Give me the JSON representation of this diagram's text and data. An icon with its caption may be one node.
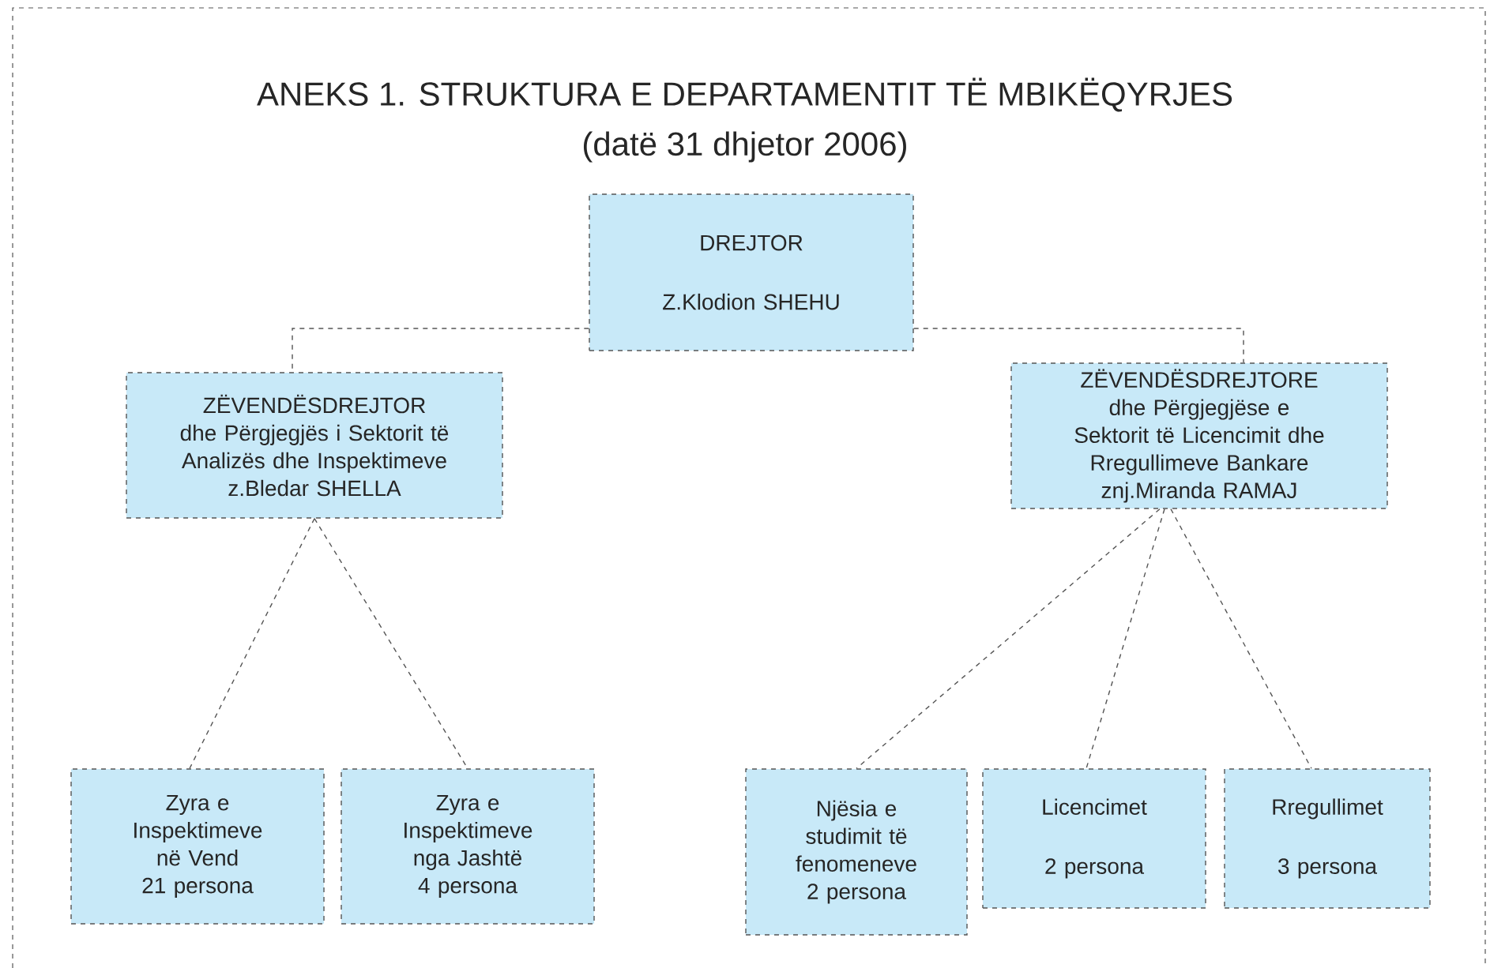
{
  "diagram": {
    "title": "ANEKS 1. STRUKTURA E DEPARTAMENTIT TË MBIKËQYRJES",
    "nodes": [
      {
        "text": [
          "DREJTOR",
          "Z.Klodion SHEHU"
        ]
      },
      {
        "text": [
          "ZËVENDËSDREJTOR",
          "dhe Përgjegjës i Sektorit të Analizës dhe Inspektimeve",
          "z.Bledar SHELLA"
        ]
      },
      {
        "text": [
          "ZËVENDËSDREJTORE",
          "dhe Përgjegjëse e Sektorit të Licencimit dhe Rregullimeve Bankare",
          "znj.Miranda RAMAJ"
        ]
      },
      {
        "text": [
          "Zyra e Inspektimeve në Vend",
          "21 persona"
        ]
      },
      {
        "text": [
          "Zyra e Inspektimeve nga Jashtë",
          "4 persona"
        ]
      },
      {
        "text": [
          "Njësia e studimit të fenomeneve",
          "2 persona"
        ]
      },
      {
        "text": [
          "Licencimet",
          "2 persona"
        ]
      },
      {
        "text": [
          "Rregullimet",
          "3 persona"
        ]
      }
    ],
    "edges": [
      {
        "from": 0,
        "to": 1,
        "arrow": "none",
        "style": "dashed"
      },
      {
        "from": 0,
        "to": 2,
        "arrow": "none",
        "style": "dashed"
      },
      {
        "from": 1,
        "to": 3,
        "arrow": "none",
        "style": "dashed"
      },
      {
        "from": 1,
        "to": 4,
        "arrow": "none",
        "style": "dashed"
      },
      {
        "from": 2,
        "to": 5,
        "arrow": "none",
        "style": "dashed"
      },
      {
        "from": 2,
        "to": 6,
        "arrow": "none",
        "style": "dashed"
      },
      {
        "from": 2,
        "to": 7,
        "arrow": "none",
        "style": "dashed"
      }
    ],
    "labels": [
      "(datë 31 dhjetor 2006)"
    ]
  }
}
